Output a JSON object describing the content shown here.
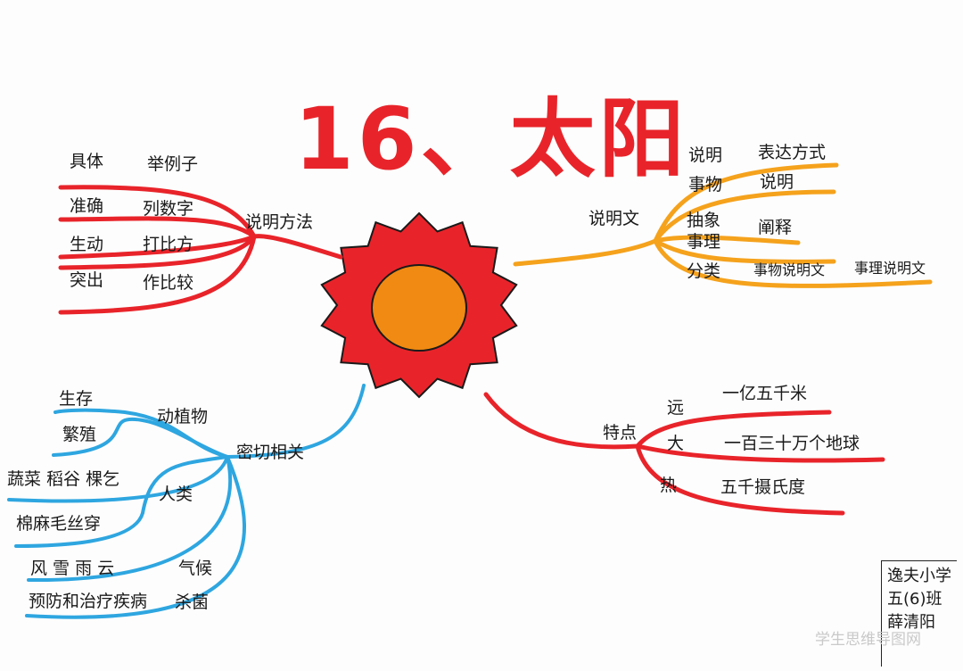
{
  "title": "16、太阳",
  "center": {
    "color_outer": "#e8242a",
    "color_inner": "#f08a12"
  },
  "branches": {
    "methods": {
      "label": "说明方法",
      "color": "#e8242a",
      "items": [
        {
          "left": "具体",
          "right": "举例子"
        },
        {
          "left": "准确",
          "right": "列数字"
        },
        {
          "left": "生动",
          "right": "打比方"
        },
        {
          "left": "突出",
          "right": "作比较"
        }
      ]
    },
    "explanatory": {
      "label": "说明文",
      "color": "#f5a21c",
      "items": [
        {
          "left": "说明",
          "right": "表达方式"
        },
        {
          "left": "事物",
          "right": "说明"
        },
        {
          "left": "抽象",
          "right": "阐释"
        },
        {
          "left": "事理",
          "right": ""
        },
        {
          "left": "分类",
          "right": "事物说明文",
          "extra": "事理说明文"
        }
      ]
    },
    "relations": {
      "label": "密切相关",
      "color": "#2ea6e0",
      "items": [
        {
          "left": "生存",
          "right": ""
        },
        {
          "left": "繁殖",
          "right": "动植物"
        },
        {
          "left": "蔬菜 稻谷 棵乞",
          "right": "人类"
        },
        {
          "left": "棉麻毛丝穿",
          "right": ""
        },
        {
          "left": "风 雪 雨 云",
          "right": "气候"
        },
        {
          "left": "预防和治疗疾病",
          "right": "杀菌"
        }
      ]
    },
    "features": {
      "label": "特点",
      "color": "#e8242a",
      "items": [
        {
          "left": "远",
          "right": "一亿五千米"
        },
        {
          "left": "大",
          "right": "一百三十万个地球"
        },
        {
          "left": "热",
          "right": "五千摄氏度"
        }
      ]
    }
  },
  "signature": {
    "school": "逸夫小学",
    "class": "五(6)班",
    "name": "薛清阳"
  },
  "watermark": "学生思维导图网"
}
